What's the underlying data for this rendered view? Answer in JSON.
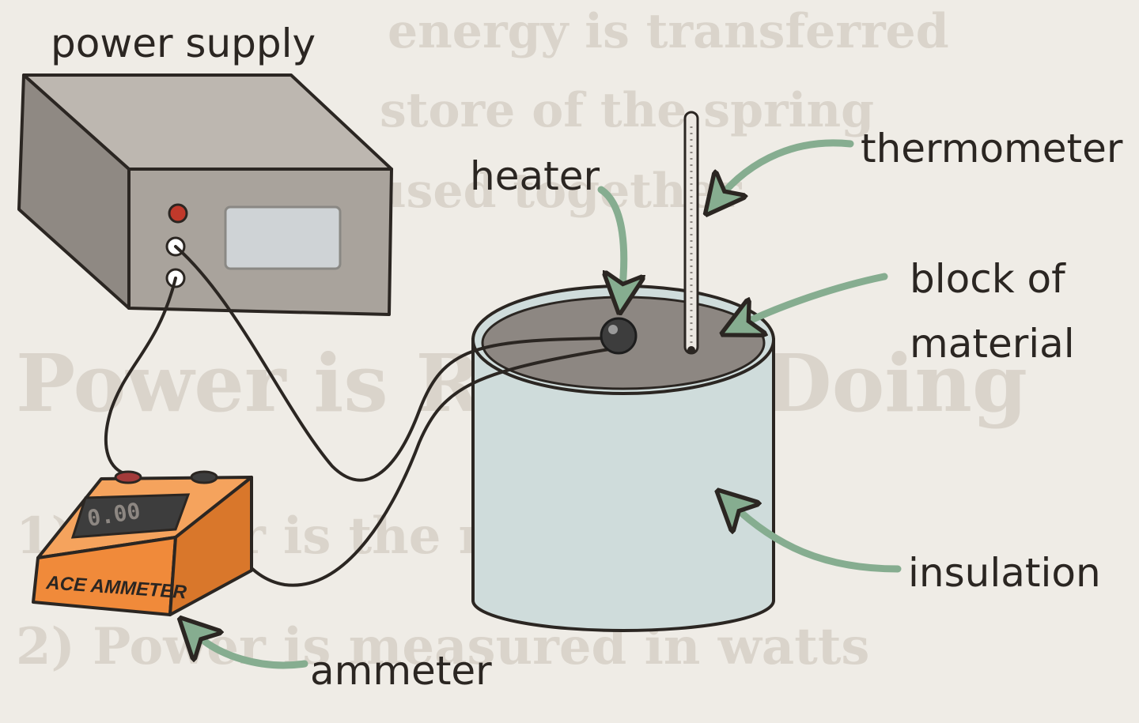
{
  "labels": {
    "power_supply": "power supply",
    "heater": "heater",
    "thermometer": "thermometer",
    "block_line1": "block of",
    "block_line2": "material",
    "insulation": "insulation",
    "ammeter": "ammeter"
  },
  "ammeter_device": {
    "brand": "ACE AMMETER",
    "display": "0.00"
  },
  "background_text": {
    "line1": "energy is transferred",
    "line2": "store of the spring",
    "line3": "used together",
    "line4": "Power is Rate of Doing",
    "line5": "1) Power is the rate of",
    "line6": "2) Power is measured in watts"
  },
  "colors": {
    "background": "#efece6",
    "arrow": "#86ad90",
    "ammeter_body": "#f08a3a",
    "power_supply": "#a9a39c",
    "insulation": "#cfdcdb",
    "block_top": "#8d8782",
    "wire": "#2b2622",
    "power_button": "#c0392b"
  }
}
